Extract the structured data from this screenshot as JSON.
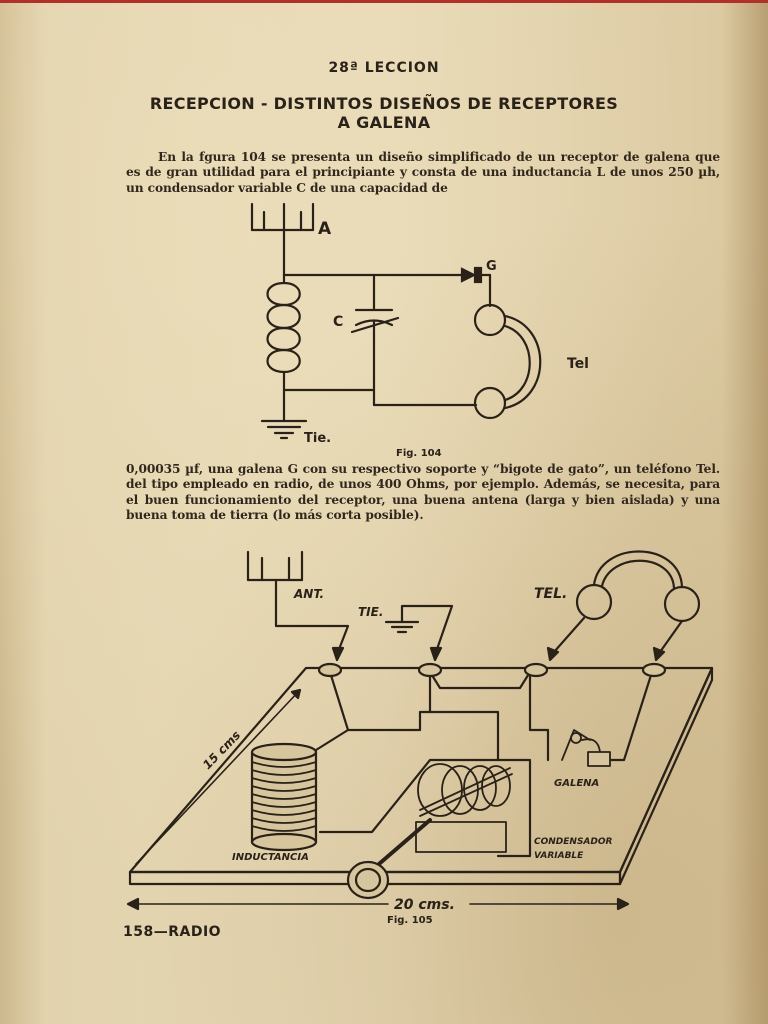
{
  "header": {
    "lesson": "28ª LECCION",
    "title_line1": "RECEPCION - DISTINTOS DISEÑOS DE RECEPTORES",
    "title_line2": "A GALENA"
  },
  "body": {
    "paragraph1": "En la fgura 104 se presenta un diseño simplificado de un receptor de galena que es de gran utilidad para el principiante y consta de una inductancia L de unos 250 µh, un condensador variable C de una capacidad de",
    "paragraph2": "0,00035 µf, una galena G con su respectivo soporte y “bigote de gato”, un teléfono Tel. del tipo empleado en radio, de unos 400 Ohms, por ejemplo. Además, se necesita, para el buen funcionamiento del receptor, una buena antena (larga y bien aislada) y una buena toma de tierra (lo más corta posible)."
  },
  "figure104": {
    "caption": "Fig. 104",
    "labels": {
      "antenna": "A",
      "galena": "G",
      "capacitor": "C",
      "phone": "Tel",
      "ground": "Tie."
    }
  },
  "figure105": {
    "caption": "Fig. 105",
    "labels": {
      "antenna": "ANT.",
      "ground": "TIE.",
      "phone": "TEL.",
      "depth": "15 cms",
      "width": "20 cms.",
      "galena": "GALENA",
      "inductance": "INDUCTANCIA",
      "capacitor_line1": "CONDENSADOR",
      "capacitor_line2": "VARIABLE"
    }
  },
  "footer": {
    "page": "158—RADIO"
  }
}
